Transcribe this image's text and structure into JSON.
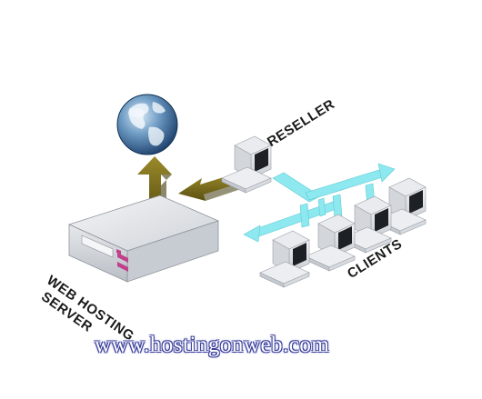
{
  "labels": {
    "server_line1": "WEB HOSTING",
    "server_line2": "SERVER",
    "reseller": "RESELLER",
    "clients": "CLIENTS"
  },
  "watermark": {
    "url": "www.hostingonweb.com"
  },
  "colors": {
    "globe_dark": "#1b3f6b",
    "globe_light": "#8fb7d6",
    "arrow_olive": "#6f6418",
    "arrow_cyan": "#8ee8ef",
    "server_body": "#dfe2e6",
    "server_accent": "#c2408c",
    "watermark_outline": "#3a3f9a"
  }
}
